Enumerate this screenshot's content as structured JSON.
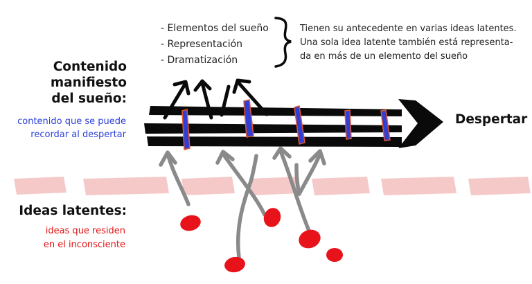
{
  "dream_elements": {
    "items": [
      "- Elementos del sueño",
      "- Representación",
      "- Dramatización"
    ],
    "note_lines": [
      "Tienen su antecedente en varias ideas latentes.",
      "Una sola idea latente también está representa-",
      "da en más de un elemento del sueño"
    ]
  },
  "manifest": {
    "title_lines": [
      "Contenido",
      "manifiesto",
      "del sueño:"
    ],
    "subtitle_lines": [
      "contenido que se puede",
      "recordar al despertar"
    ]
  },
  "awake_label": "Despertar",
  "latent": {
    "title": "Ideas latentes:",
    "subtitle_lines": [
      "ideas que residen",
      "en el inconsciente"
    ]
  },
  "colors": {
    "arrow": "#0a0a0a",
    "manifest_mark": "#2f3fd6",
    "manifest_mark_edge": "#e4572e",
    "latent_blob": "#e8121a",
    "link": "#8a8a8a",
    "boundary": "#f6c9c9",
    "manifest_text": "#2b3fd9",
    "latent_text": "#e01212"
  }
}
